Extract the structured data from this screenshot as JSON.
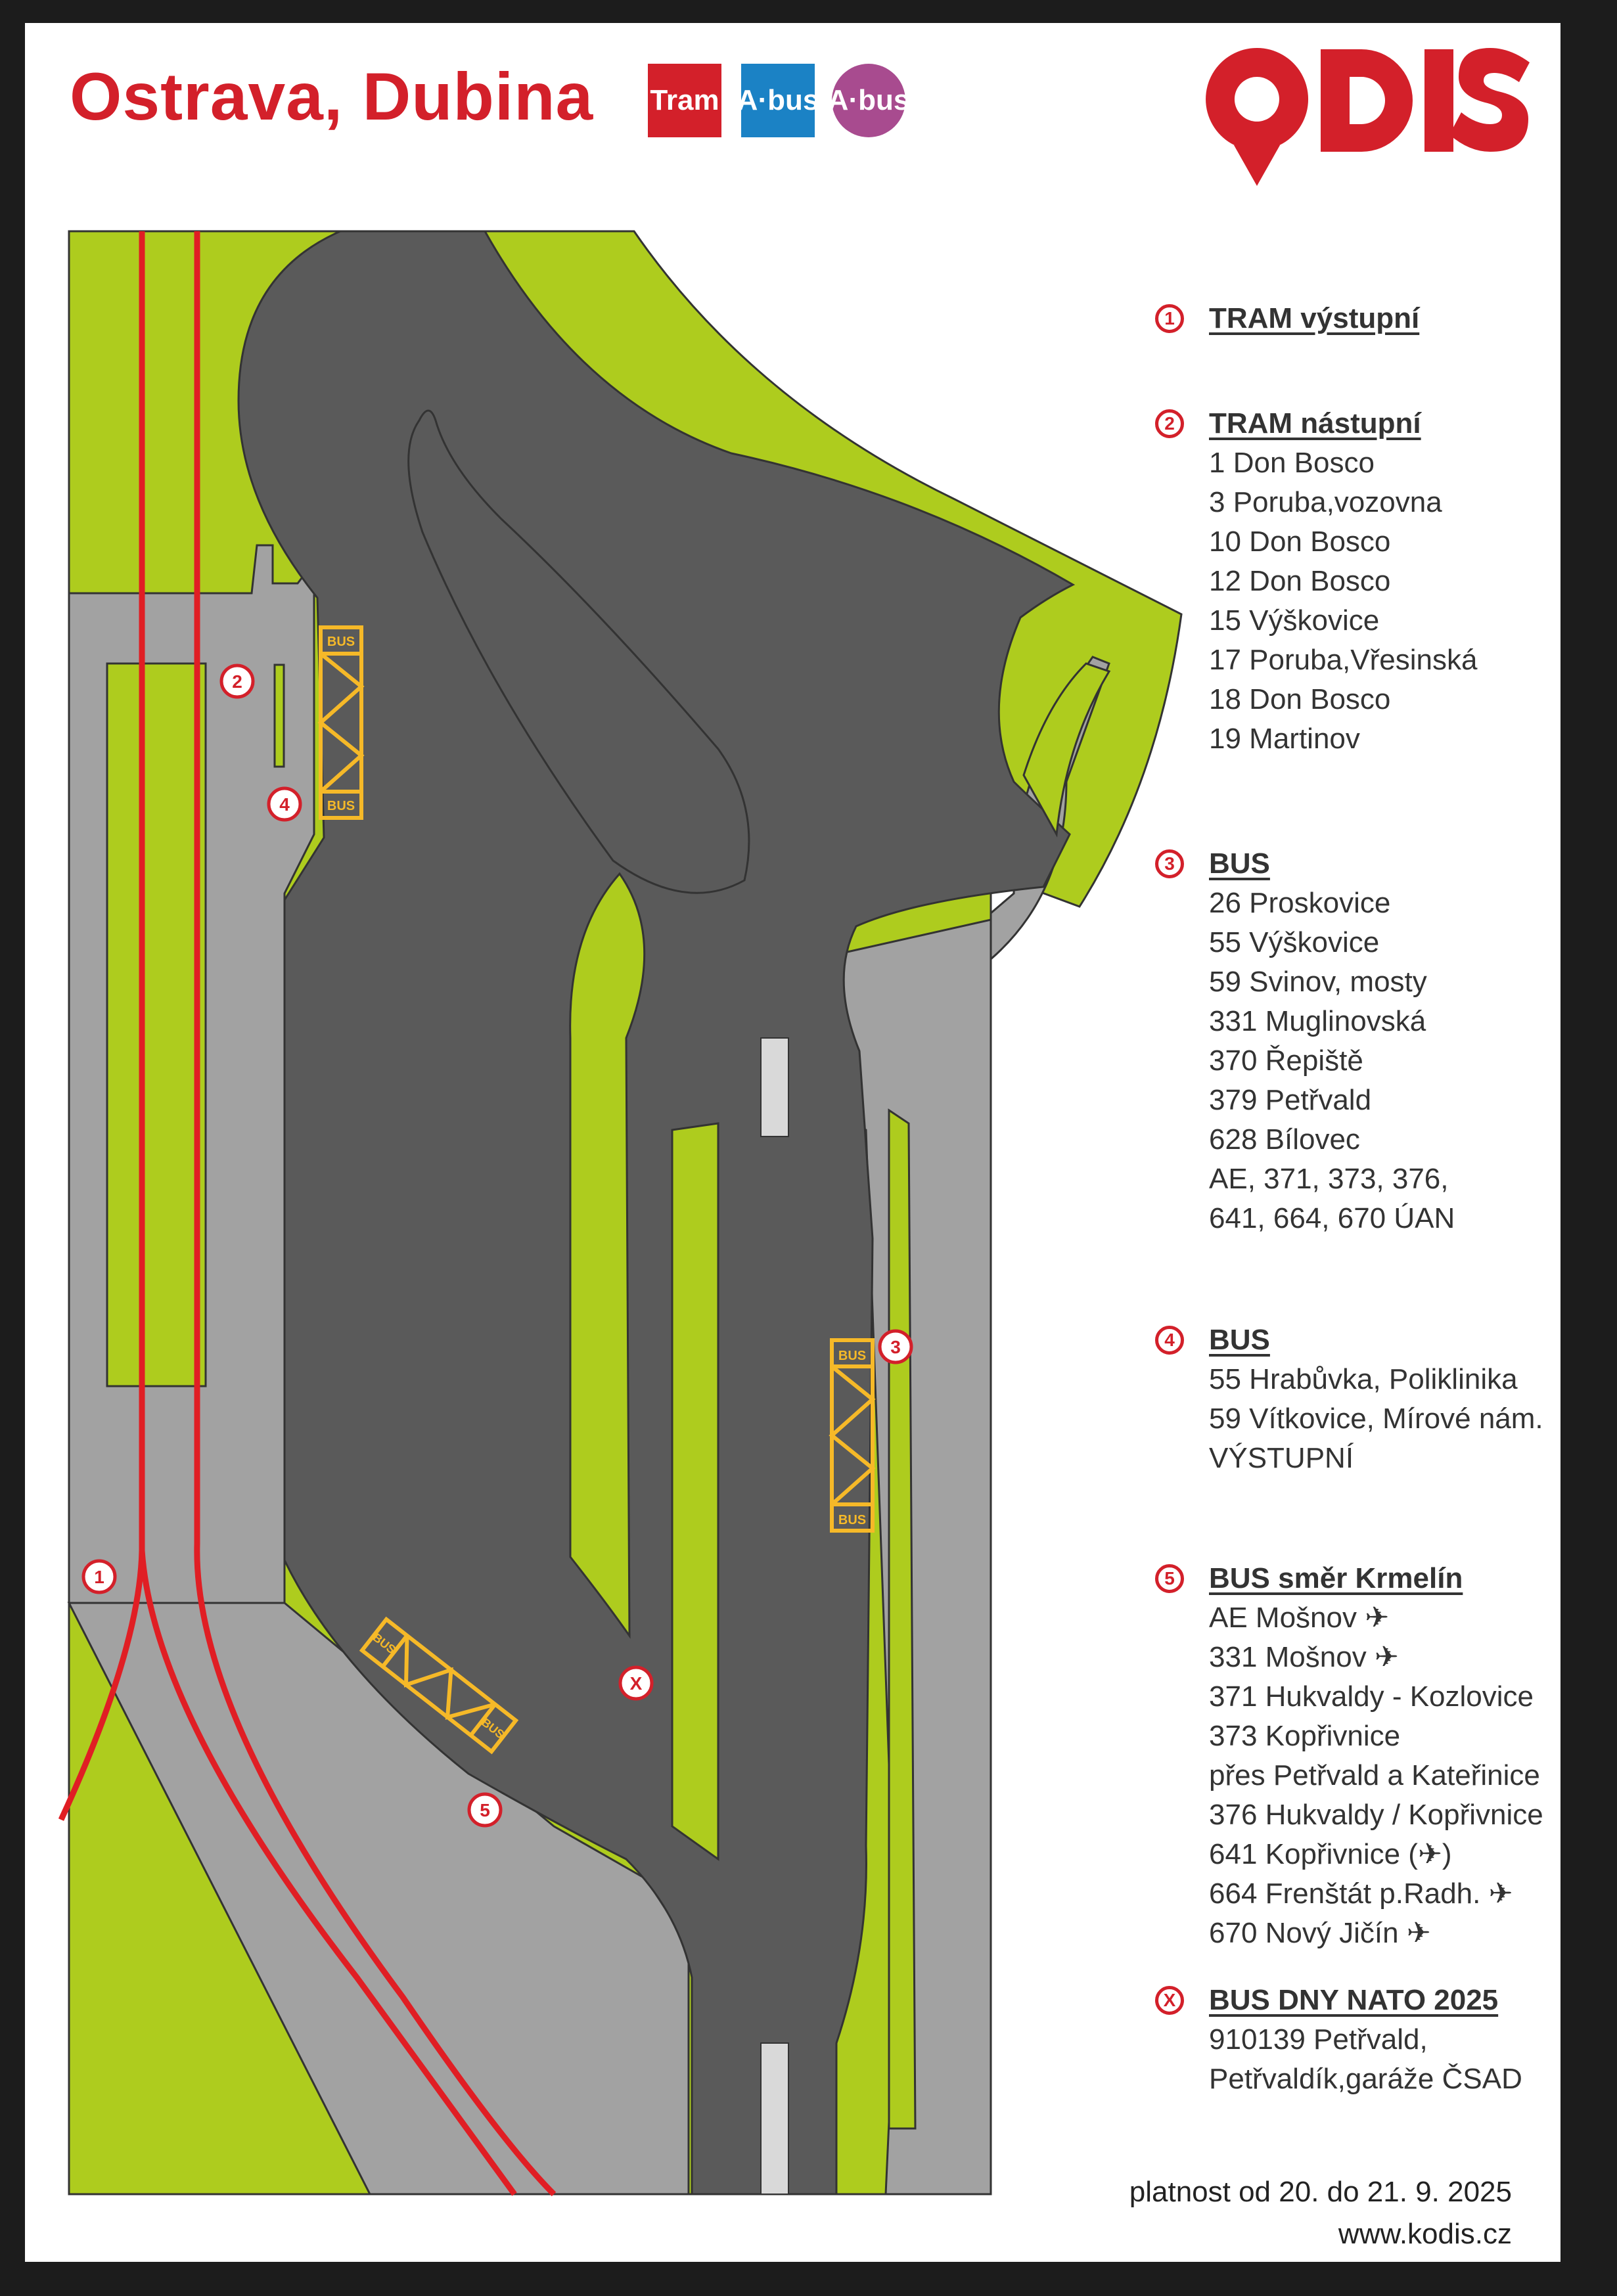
{
  "header": {
    "title": "Ostrava, Dubina",
    "badges": [
      {
        "label": "Tram",
        "color": "#d3202a"
      },
      {
        "label": "A·bus",
        "color": "#1b82c5"
      },
      {
        "label": "A·bus",
        "color": "#a84b8f"
      }
    ],
    "logo_text": "ODIS"
  },
  "colors": {
    "grass": "#aecc1e",
    "road": "#5a5a5a",
    "sidewalk": "#a2a2a2",
    "tram_track": "#e01e24",
    "stop_marker": "#f6b928",
    "brand_red": "#d3202a"
  },
  "map": {
    "stop_markers": [
      "1",
      "2",
      "3",
      "4",
      "5",
      "X"
    ],
    "bus_bay_label": "BUS"
  },
  "legend": [
    {
      "num": "1",
      "title": "TRAM výstupní",
      "lines": []
    },
    {
      "num": "2",
      "title": "TRAM nástupní",
      "lines": [
        "1 Don Bosco",
        "3 Poruba,vozovna",
        "10 Don Bosco",
        "12 Don Bosco",
        "15 Výškovice",
        "17 Poruba,Vřesinská",
        "18 Don Bosco",
        "19 Martinov"
      ]
    },
    {
      "num": "3",
      "title": "BUS",
      "lines": [
        "26   Proskovice",
        "55   Výškovice",
        "59   Svinov, mosty",
        "331 Muglinovská",
        "370 Řepiště",
        "379 Petřvald",
        "628 Bílovec",
        "AE, 371, 373, 376,",
        "641, 664, 670 ÚAN"
      ]
    },
    {
      "num": "4",
      "title": "BUS",
      "lines": [
        "55 Hrabůvka, Poliklinika",
        "59 Vítkovice, Mírové nám.",
        "VÝSTUPNÍ"
      ]
    },
    {
      "num": "5",
      "title": "BUS směr Krmelín",
      "lines": [
        "AE   Mošnov ✈",
        "331 Mošnov  ✈",
        "371 Hukvaldy - Kozlovice",
        "373 Kopřivnice",
        "přes Petřvald a Kateřinice",
        "376 Hukvaldy / Kopřivnice",
        "641 Kopřivnice (✈)",
        "664 Frenštát p.Radh. ✈",
        "670 Nový Jičín  ✈"
      ]
    },
    {
      "num": "X",
      "title": "BUS DNY NATO 2025",
      "lines": [
        "910139   Petřvald,",
        "Petřvaldík,garáže ČSAD"
      ]
    }
  ],
  "footer": {
    "validity": "platnost od 20. do 21. 9. 2025",
    "website": "www.kodis.cz"
  }
}
